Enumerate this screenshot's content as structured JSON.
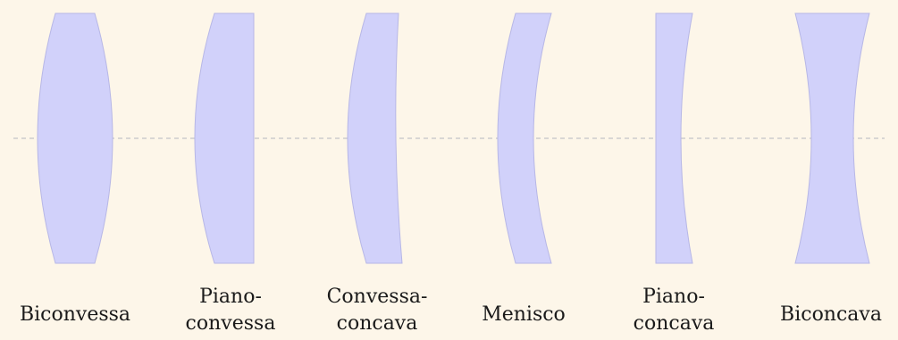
{
  "lenses": [
    {
      "type": "biconvex",
      "label_lines": [
        "Biconvessa"
      ]
    },
    {
      "type": "plano-convex",
      "label_lines": [
        "Piano-",
        "convessa"
      ]
    },
    {
      "type": "convex-concave",
      "label_lines": [
        "Convessa-",
        "concava"
      ]
    },
    {
      "type": "meniscus",
      "label_lines": [
        "Menisco"
      ]
    },
    {
      "type": "plano-concave",
      "label_lines": [
        "Piano-",
        "concava"
      ]
    },
    {
      "type": "biconcave",
      "label_lines": [
        "Biconcava"
      ]
    }
  ],
  "colors": {
    "background": "#fdf6e9",
    "lens_fill": "#d1d1fa",
    "lens_stroke": "#b7b7e6",
    "axis": "#b5b5bf",
    "text": "#1a1a1a"
  }
}
